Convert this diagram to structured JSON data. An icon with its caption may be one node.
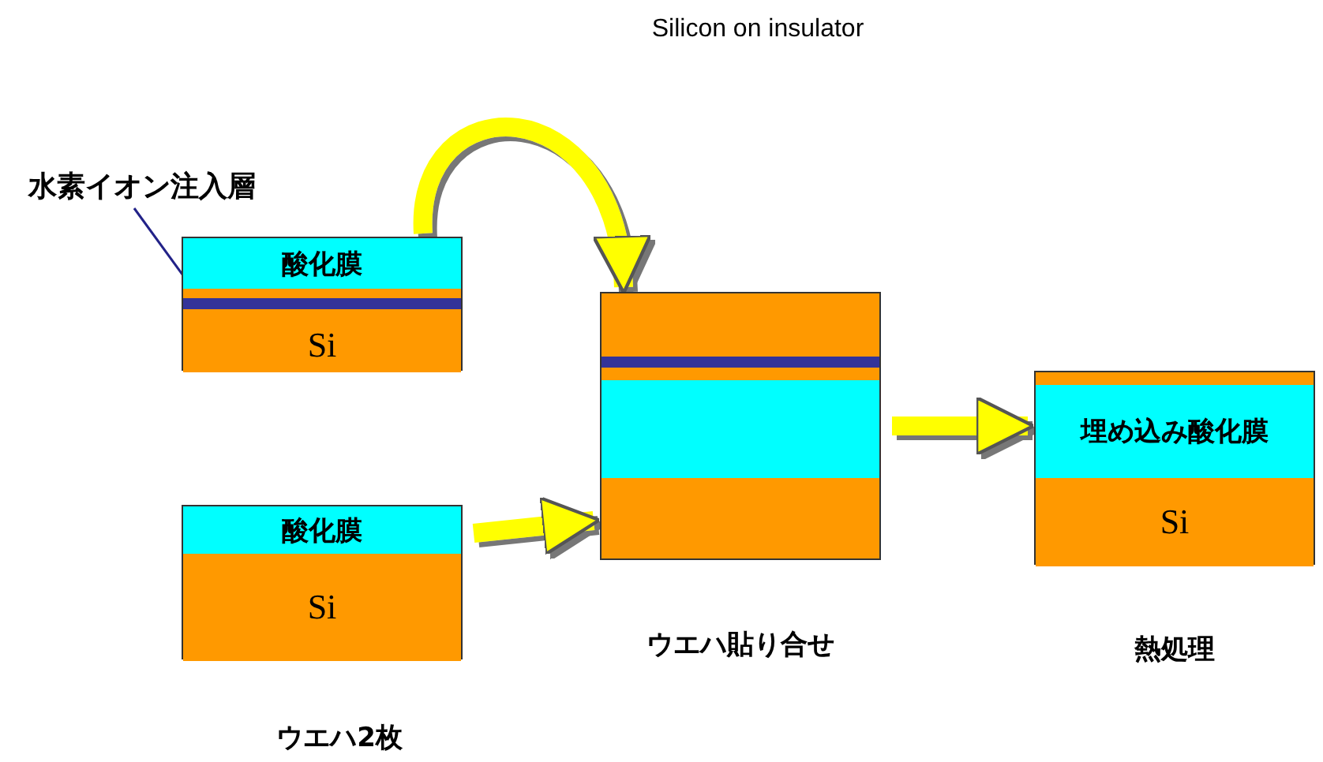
{
  "diagram": {
    "title": "Silicon on insulator",
    "nodes": [
      {
        "text": [
          "水素イオン注入層"
        ]
      },
      {
        "text": [],
        "shape": "box"
      },
      {
        "text": [
          "酸化膜"
        ],
        "in": 1
      },
      {
        "text": [],
        "shape": "bar",
        "in": 1
      },
      {
        "text": [
          "Si"
        ],
        "in": 1
      },
      {
        "text": [],
        "shape": "box"
      },
      {
        "text": [
          "酸化膜"
        ],
        "in": 5
      },
      {
        "text": [
          "Si"
        ],
        "in": 5
      },
      {
        "text": [],
        "shape": "box",
        "beside": [
          "ウエハ貼り合せ"
        ]
      },
      {
        "text": [],
        "shape": "box",
        "beside": [
          "熱処理"
        ]
      },
      {
        "text": [
          "埋め込み酸化膜"
        ],
        "in": 9
      },
      {
        "text": [
          "Si"
        ],
        "in": 9
      }
    ],
    "edges": [
      {
        "from": 0,
        "to": 3,
        "arrow": "none",
        "color": "#222288"
      },
      {
        "from": 1,
        "to": 8,
        "arrow": "to"
      },
      {
        "from": 5,
        "to": 8,
        "arrow": "to"
      },
      {
        "from": 8,
        "to": 9,
        "arrow": "to"
      }
    ],
    "labels": [
      "ウエハ2枚"
    ]
  }
}
